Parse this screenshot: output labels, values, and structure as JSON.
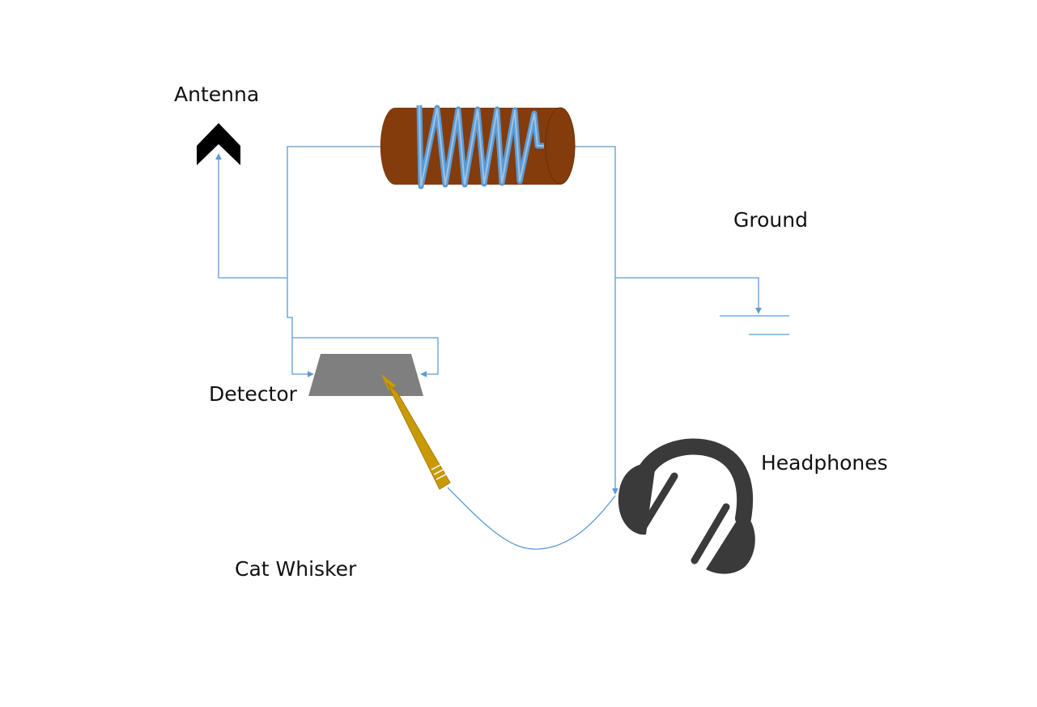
{
  "labels": {
    "antenna": "Antenna",
    "ground": "Ground",
    "detector": "Detector",
    "headphones": "Headphones",
    "cat_whisker": "Cat Whisker"
  },
  "colors": {
    "wire": "#5b9bd5",
    "coil_body": "#843c0c",
    "coil_wire": "#5b9bd5",
    "detector": "#7f7f7f",
    "whisker": "#c99a06",
    "headphones": "#3a3a3a",
    "antenna": "#000000"
  }
}
